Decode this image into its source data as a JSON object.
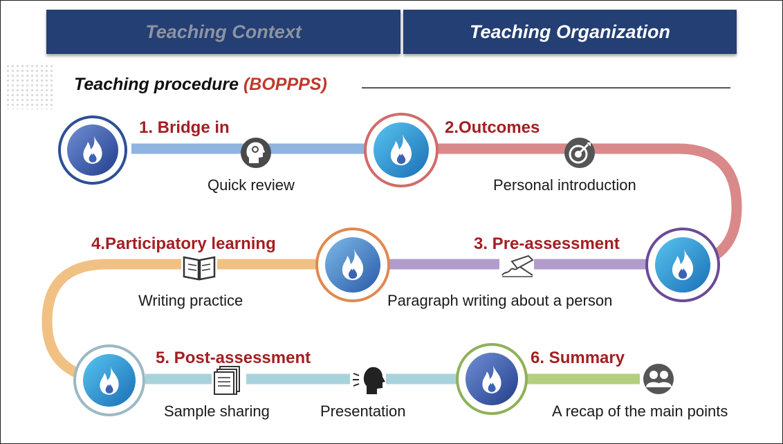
{
  "header": {
    "tabs": [
      {
        "label": "Teaching Context",
        "active": false
      },
      {
        "label": "Teaching Organization",
        "active": true
      }
    ]
  },
  "section": {
    "title_prefix": "Teaching procedure ",
    "title_accent": "(BOPPPS)"
  },
  "steps": [
    {
      "label": "1. Bridge in",
      "activities": [
        "Quick review"
      ]
    },
    {
      "label": "2.Outcomes",
      "activities": [
        "Personal introduction"
      ]
    },
    {
      "label": "3. Pre-assessment",
      "activities": [
        "Paragraph writing about a person"
      ]
    },
    {
      "label": "4.Participatory learning",
      "activities": [
        "Writing practice"
      ]
    },
    {
      "label": "5. Post-assessment",
      "activities": [
        "Sample sharing",
        "Presentation"
      ]
    },
    {
      "label": "6. Summary",
      "activities": [
        "A recap of the main points"
      ]
    }
  ],
  "colors": {
    "header_bg": "#233f73",
    "step_label": "#a41e22",
    "track_blue": "#8fb4e0",
    "track_red": "#d9898a",
    "track_purple": "#b19ccd",
    "track_orange": "#f1c183",
    "track_teal": "#a9d3dc",
    "track_green": "#b3cf7f"
  },
  "icons": [
    "fire-icon",
    "head-icon",
    "target-icon",
    "hand-writing-icon",
    "book-icon",
    "documents-icon",
    "speaking-icon",
    "people-icon"
  ]
}
